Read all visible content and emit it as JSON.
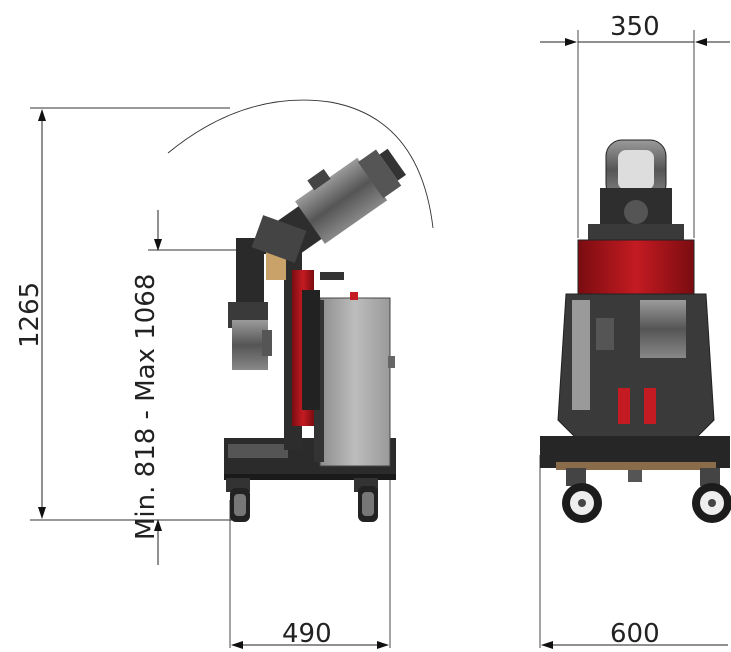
{
  "dimensions": {
    "overall_height": "1265",
    "column_height_range": "Min. 818 - Max 1068",
    "side_depth": "490",
    "front_top_width": "350",
    "front_base_width": "600"
  },
  "colors": {
    "frame_dark": "#2b2b2b",
    "accent_red": "#b3151c",
    "panel_grey": "#a9a9a9",
    "metal_light": "#8a8a8a"
  }
}
